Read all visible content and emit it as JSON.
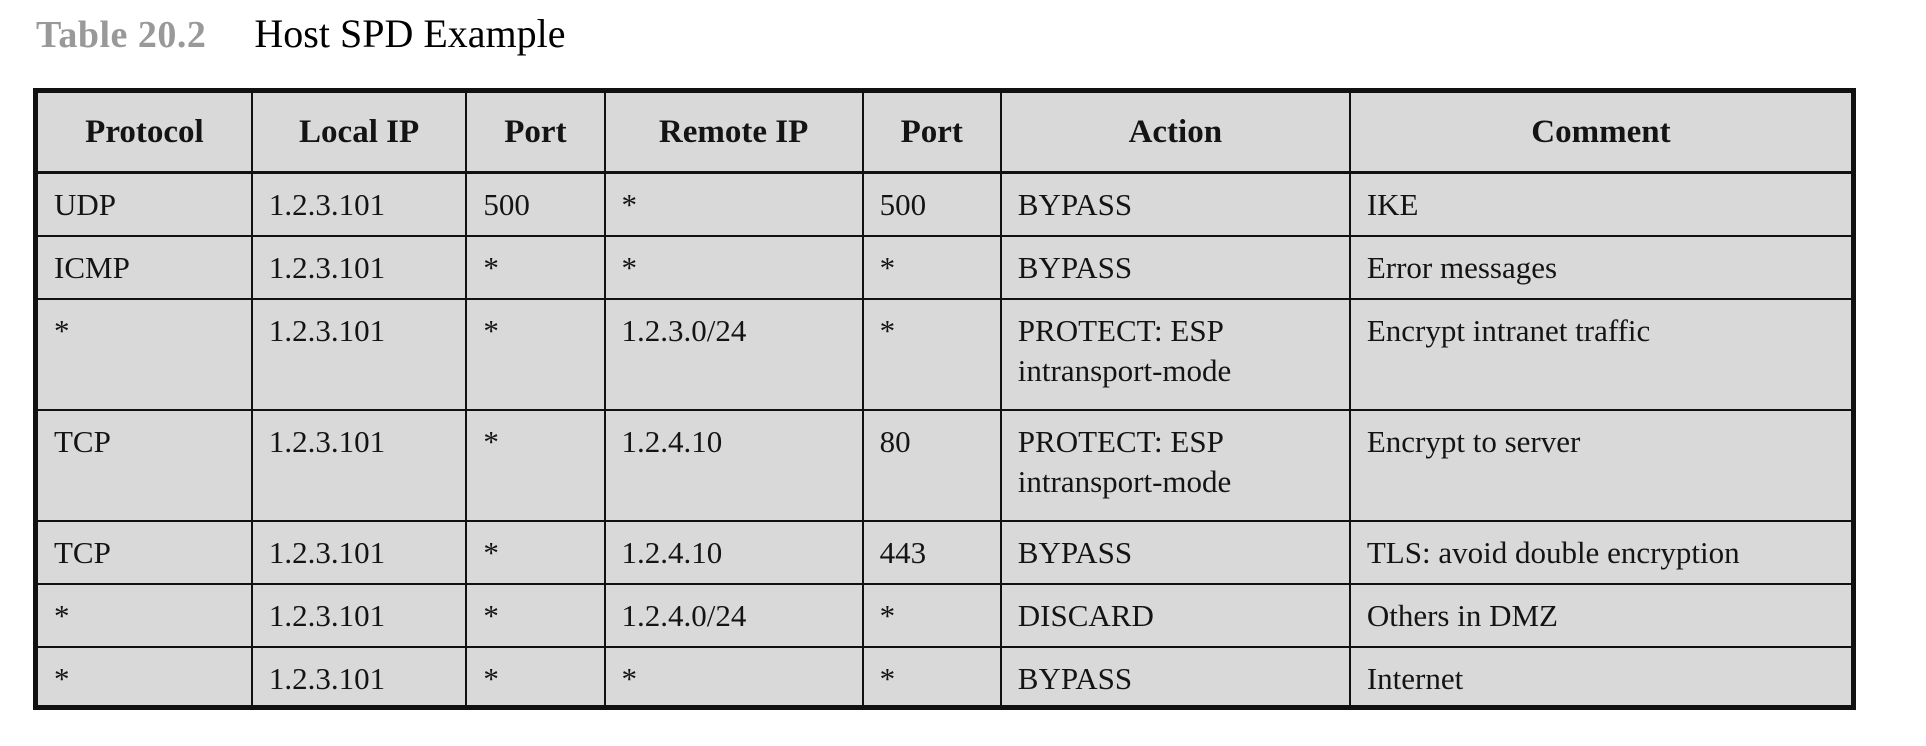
{
  "caption": {
    "label": "Table 20.2",
    "title": "Host SPD Example"
  },
  "table": {
    "headers": [
      "Protocol",
      "Local IP",
      "Port",
      "Remote IP",
      "Port",
      "Action",
      "Comment"
    ],
    "rows": [
      {
        "protocol": "UDP",
        "local_ip": "1.2.3.101",
        "local_port": "500",
        "remote_ip": "*",
        "remote_port": "500",
        "action": [
          "BYPASS"
        ],
        "comment": "IKE"
      },
      {
        "protocol": "ICMP",
        "local_ip": "1.2.3.101",
        "local_port": "*",
        "remote_ip": "*",
        "remote_port": "*",
        "action": [
          "BYPASS"
        ],
        "comment": "Error messages"
      },
      {
        "protocol": "*",
        "local_ip": "1.2.3.101",
        "local_port": "*",
        "remote_ip": "1.2.3.0/24",
        "remote_port": "*",
        "action": [
          "PROTECT: ESP",
          "intransport-mode"
        ],
        "comment": "Encrypt intranet traffic"
      },
      {
        "protocol": "TCP",
        "local_ip": "1.2.3.101",
        "local_port": "*",
        "remote_ip": "1.2.4.10",
        "remote_port": "80",
        "action": [
          "PROTECT: ESP",
          "intransport-mode"
        ],
        "comment": "Encrypt to server"
      },
      {
        "protocol": "TCP",
        "local_ip": "1.2.3.101",
        "local_port": "*",
        "remote_ip": "1.2.4.10",
        "remote_port": "443",
        "action": [
          "BYPASS"
        ],
        "comment": "TLS: avoid double encryption"
      },
      {
        "protocol": "*",
        "local_ip": "1.2.3.101",
        "local_port": "*",
        "remote_ip": "1.2.4.0/24",
        "remote_port": "*",
        "action": [
          "DISCARD"
        ],
        "comment": "Others in DMZ"
      },
      {
        "protocol": "*",
        "local_ip": "1.2.3.101",
        "local_port": "*",
        "remote_ip": "*",
        "remote_port": "*",
        "action": [
          "BYPASS"
        ],
        "comment": "Internet"
      }
    ],
    "colors": {
      "cell_background": "#d9d9d9",
      "border": "#111111",
      "caption_label": "#999999",
      "text": "#141414"
    }
  }
}
